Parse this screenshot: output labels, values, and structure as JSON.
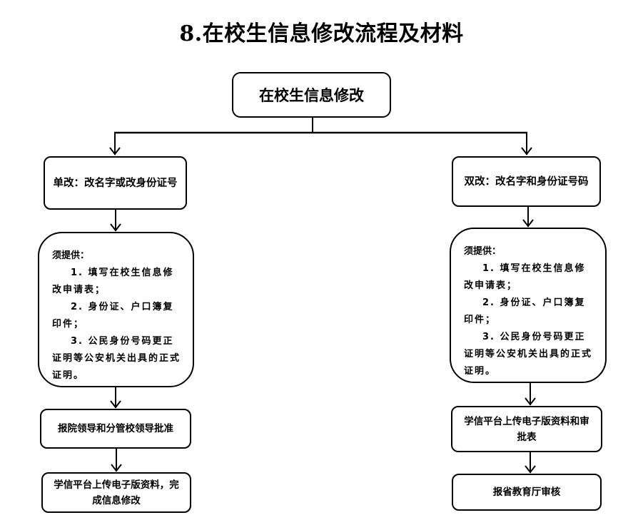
{
  "title": "8.在校生信息修改流程及材料",
  "root": {
    "label": "在校生信息修改"
  },
  "left_branch": {
    "label": "单改：改名字或改身份证号",
    "requirements": {
      "heading": "须提供：",
      "items": [
        "1. 填写在校生信息修改申请表；",
        "2. 身份证、户口簿复印件；",
        "3. 公民身份号码更正证明等公安机关出具的正式证明。"
      ]
    },
    "steps": [
      "报院领导和分管校领导批准",
      "学信平台上传电子版资料，完成信息修改"
    ]
  },
  "right_branch": {
    "label": "双改：改名字和身份证号码",
    "requirements": {
      "heading": "须提供：",
      "items": [
        "1. 填写在校生信息修改申请表；",
        "2. 身份证、户口簿复印件；",
        "3. 公民身份号码更正证明等公安机关出具的正式证明。"
      ]
    },
    "steps": [
      "学信平台上传电子版资料和审批表",
      "报省教育厅审核"
    ]
  }
}
